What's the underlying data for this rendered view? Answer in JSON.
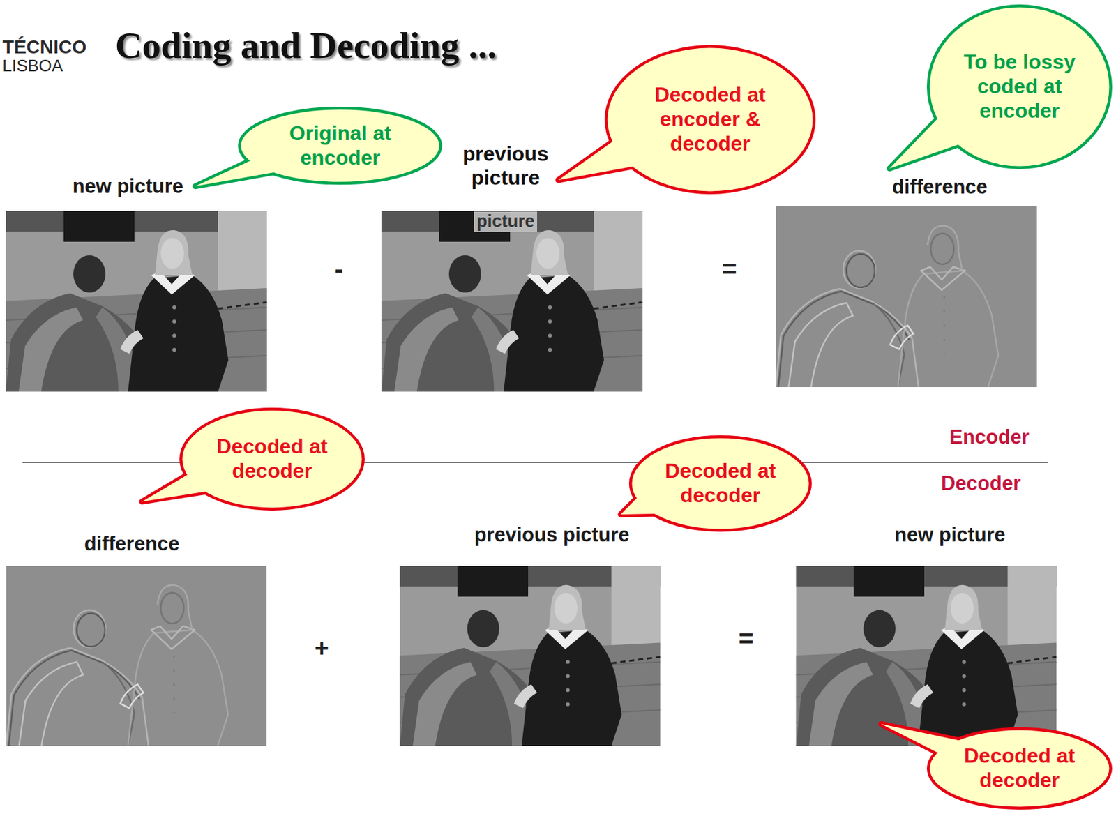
{
  "diagram": {
    "title": "Coding and Decoding ...",
    "nodes": [
      {
        "text": [
          "Original at encoder"
        ]
      },
      {
        "text": [
          "Decoded at encoder & decoder"
        ]
      },
      {
        "text": [
          "To be lossy coded at encoder"
        ]
      },
      {
        "text": [
          "Decoded at decoder"
        ]
      },
      {
        "text": [
          "Decoded at decoder"
        ]
      },
      {
        "text": [
          "Decoded at decoder"
        ]
      }
    ],
    "labels": [
      "TÉCNICO",
      "LISBOA",
      "new picture",
      "previous picture",
      "picture",
      "difference",
      "-",
      "=",
      "Encoder",
      "Decoder",
      "difference",
      "previous picture",
      "new picture",
      "+",
      "="
    ]
  }
}
